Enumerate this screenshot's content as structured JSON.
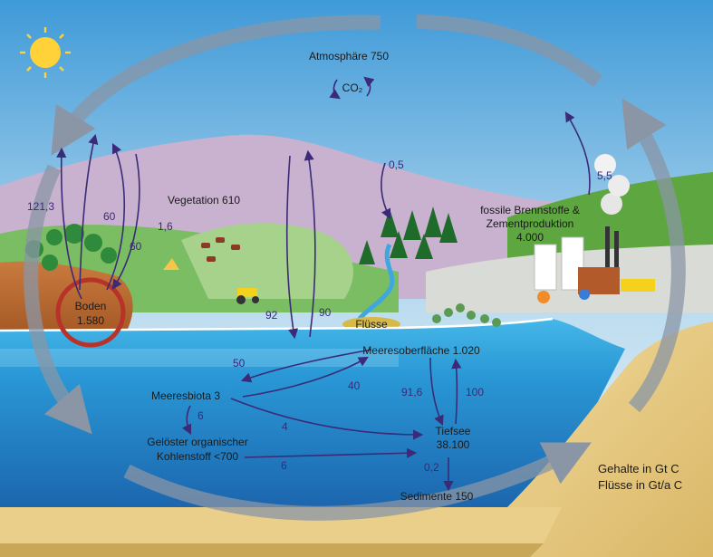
{
  "reservoirs": {
    "atmosphere": "Atmosphäre 750",
    "co2": "CO₂",
    "vegetation": "Vegetation 610",
    "soil_name": "Boden",
    "soil_value": "1.580",
    "fossil_1": "fossile Brennstoffe &",
    "fossil_2": "Zementproduktion",
    "fossil_3": "4.000",
    "rivers": "Flüsse",
    "surface_ocean": "Meeresoberfläche 1.020",
    "marine_biota": "Meeresbiota 3",
    "doc_1": "Gelöster organischer",
    "doc_2": "Kohlenstoff <700",
    "deep_sea_1": "Tiefsee",
    "deep_sea_2": "38.100",
    "sediments": "Sedimente 150"
  },
  "fluxes": {
    "f121": "121,3",
    "f60a": "60",
    "f60b": "60",
    "f16": "1,6",
    "f05": "0,5",
    "f55": "5,5",
    "f92": "92",
    "f90": "90",
    "f50": "50",
    "f40": "40",
    "f916": "91,6",
    "f100": "100",
    "f6a": "6",
    "f4": "4",
    "f6b": "6",
    "f02": "0,2"
  },
  "legend": {
    "line1": "Gehalte in Gt C",
    "line2": "Flüsse in Gt/a C"
  },
  "colors": {
    "sky_top": "#4aa3dd",
    "sky_bottom": "#eaf3f8",
    "ocean": "#2d9ed9",
    "deep_ocean": "#1d6fb3",
    "arrow": "#3b2a78",
    "cycle_arrow": "#8a96a6",
    "soil_ring": "#b8322a"
  }
}
